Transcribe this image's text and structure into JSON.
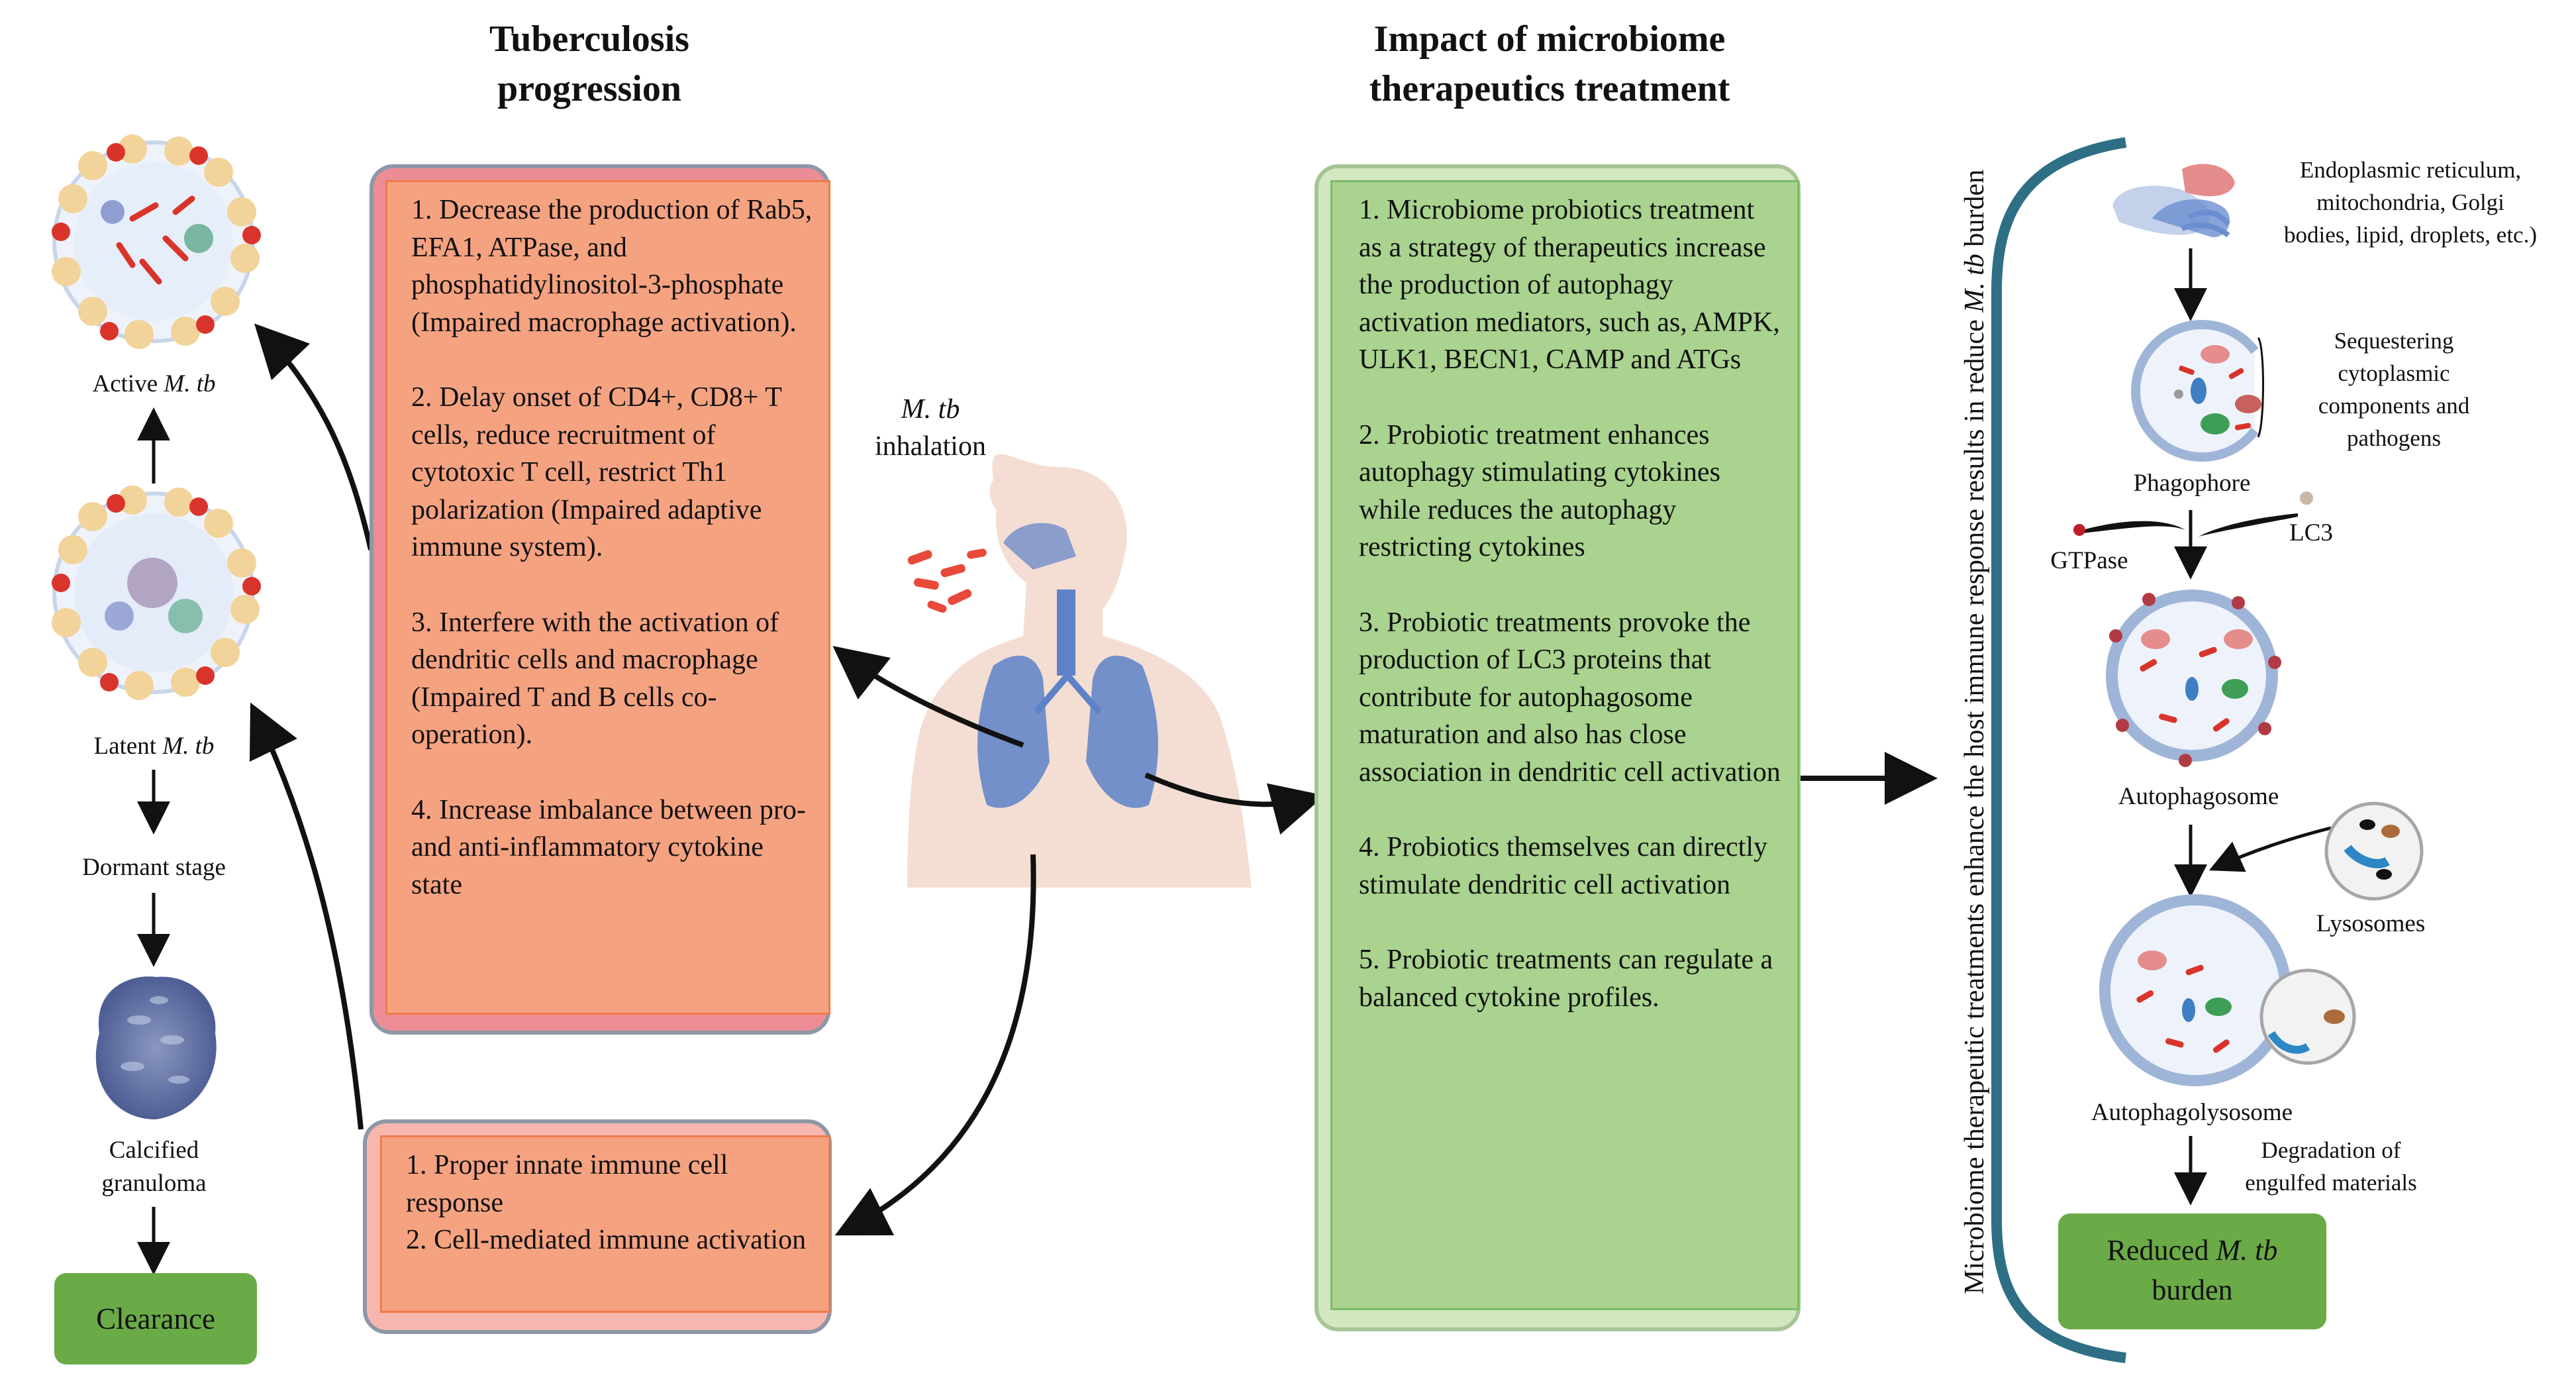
{
  "titles": {
    "tb_progression": [
      "Tuberculosis",
      "progression"
    ],
    "microbiome_impact": [
      "Impact of microbiome",
      "therapeutics treatment"
    ]
  },
  "tb_progression_box": {
    "items": [
      "1. Decrease the production of Rab5, EFA1, ATPase, and phosphatidylinositol-3-phosphate (Impaired macrophage activation).",
      "2. Delay onset of CD4+, CD8+ T cells, reduce recruitment of cytotoxic T cell, restrict Th1 polarization (Impaired adaptive immune system).",
      "3. Interfere with the activation of dendritic cells and macrophage (Impaired T and B cells co-operation).",
      "4. Increase imbalance between pro- and anti-inflammatory cytokine state"
    ]
  },
  "clearance_box": {
    "items": [
      "1. Proper innate immune cell response",
      "2. Cell-mediated immune activation"
    ]
  },
  "microbiome_box": {
    "items": [
      "1. Microbiome probiotics treatment as a strategy of therapeutics increase the production of autophagy activation mediators, such as, AMPK, ULK1, BECN1, CAMP and ATGs",
      "2. Probiotic treatment enhances autophagy stimulating cytokines while reduces the autophagy restricting cytokines",
      "3. Probiotic treatments provoke the production of LC3 proteins that contribute for autophagosome maturation and also has close association in dendritic cell activation",
      "4. Probiotics themselves can directly stimulate dendritic cell activation",
      "5. Probiotic treatments can regulate a balanced cytokine profiles."
    ]
  },
  "left_stages": {
    "active_prefix": "Active ",
    "active_italic": "M. tb",
    "latent_prefix": "Latent ",
    "latent_italic": "M. tb",
    "dormant": "Dormant stage",
    "calcified_line1": "Calcified",
    "calcified_line2": "granuloma",
    "clearance": "Clearance"
  },
  "inhalation": {
    "line1_italic": "M. tb",
    "line2": "inhalation"
  },
  "vertical_label": {
    "prefix": "Microbiome therapeutic treatments enhance the host immune response results in reduce ",
    "italic": "M. tb",
    "suffix": " burden"
  },
  "autophagy": {
    "organelles": [
      "Endoplasmic reticulum,",
      "mitochondria, Golgi",
      "bodies, lipid, droplets, etc.)"
    ],
    "sequestering": [
      "Sequestering",
      "cytoplasmic",
      "components and",
      "pathogens"
    ],
    "phagophore": "Phagophore",
    "lc3": "LC3",
    "gtpase": "GTPase",
    "autophagosome": "Autophagosome",
    "lysosomes": "Lysosomes",
    "autophagolysosome": "Autophagolysosome",
    "degradation": [
      "Degradation of",
      "engulfed materials"
    ],
    "reduced_prefix": "Reduced ",
    "reduced_italic": "M. tb",
    "reduced_line2": "burden"
  },
  "colors": {
    "red_box_outer": "#ec8d96",
    "red_box_inner": "#f5a281",
    "green_box_outer": "#d3e8c0",
    "green_box_inner": "#a9d38e",
    "green_button": "#6aab47",
    "bracket": "#2e6f86"
  }
}
